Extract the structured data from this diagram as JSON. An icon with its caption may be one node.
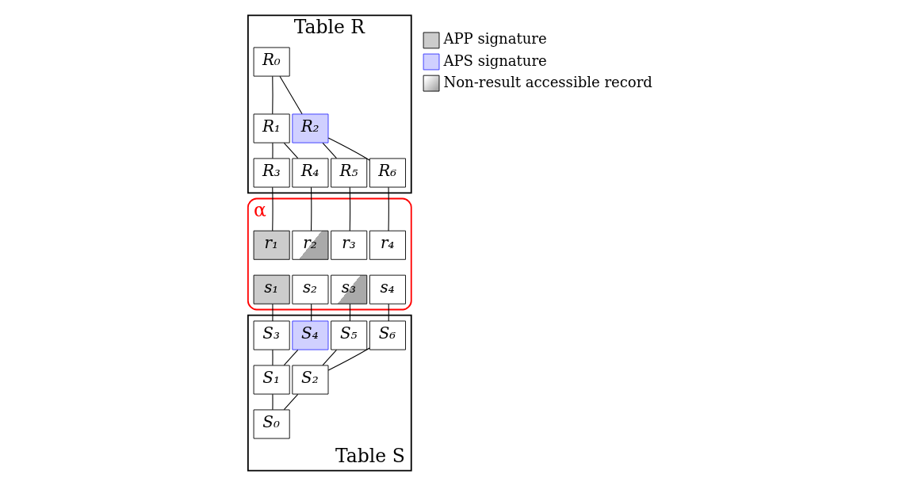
{
  "diagram": {
    "nodes": [
      {
        "text": [
          "Table R"
        ]
      },
      {
        "text": [
          "R₀"
        ],
        "in": 0
      },
      {
        "text": [
          "R₁"
        ],
        "in": 0
      },
      {
        "text": [
          "R₂"
        ],
        "in": 0
      },
      {
        "text": [
          "R₃"
        ],
        "in": 0
      },
      {
        "text": [
          "R₄"
        ],
        "in": 0
      },
      {
        "text": [
          "R₅"
        ],
        "in": 0
      },
      {
        "text": [
          "R₆"
        ],
        "in": 0
      },
      {
        "text": [
          "α"
        ]
      },
      {
        "text": [
          "r₁"
        ],
        "in": 8
      },
      {
        "text": [
          "r₂"
        ],
        "in": 8
      },
      {
        "text": [
          "r₃"
        ],
        "in": 8
      },
      {
        "text": [
          "r₄"
        ],
        "in": 8
      },
      {
        "text": [
          "s₁"
        ],
        "in": 8
      },
      {
        "text": [
          "s₂"
        ],
        "in": 8
      },
      {
        "text": [
          "s₃"
        ],
        "in": 8
      },
      {
        "text": [
          "s₄"
        ],
        "in": 8
      },
      {
        "text": [
          "Table S"
        ]
      },
      {
        "text": [
          "S₃"
        ],
        "in": 17
      },
      {
        "text": [
          "S₄"
        ],
        "in": 17
      },
      {
        "text": [
          "S₅"
        ],
        "in": 17
      },
      {
        "text": [
          "S₆"
        ],
        "in": 17
      },
      {
        "text": [
          "S₁"
        ],
        "in": 17
      },
      {
        "text": [
          "S₂"
        ],
        "in": 17
      },
      {
        "text": [
          "S₀"
        ],
        "in": 17
      }
    ],
    "edges": [
      {
        "from": 1,
        "to": 2,
        "arrow": "none"
      },
      {
        "from": 1,
        "to": 3,
        "arrow": "none"
      },
      {
        "from": 2,
        "to": 4,
        "arrow": "none"
      },
      {
        "from": 2,
        "to": 5,
        "arrow": "none"
      },
      {
        "from": 3,
        "to": 6,
        "arrow": "none"
      },
      {
        "from": 3,
        "to": 7,
        "arrow": "none"
      },
      {
        "from": 4,
        "to": 9,
        "arrow": "none"
      },
      {
        "from": 5,
        "to": 10,
        "arrow": "none"
      },
      {
        "from": 6,
        "to": 11,
        "arrow": "none"
      },
      {
        "from": 7,
        "to": 12,
        "arrow": "none"
      },
      {
        "from": 13,
        "to": 18,
        "arrow": "none"
      },
      {
        "from": 14,
        "to": 19,
        "arrow": "none"
      },
      {
        "from": 15,
        "to": 20,
        "arrow": "none"
      },
      {
        "from": 16,
        "to": 21,
        "arrow": "none"
      },
      {
        "from": 18,
        "to": 22,
        "arrow": "none"
      },
      {
        "from": 19,
        "to": 22,
        "arrow": "none"
      },
      {
        "from": 20,
        "to": 23,
        "arrow": "none"
      },
      {
        "from": 21,
        "to": 23,
        "arrow": "none"
      },
      {
        "from": 22,
        "to": 24,
        "arrow": "none"
      },
      {
        "from": 23,
        "to": 24,
        "arrow": "none"
      }
    ],
    "legend": [
      {
        "text": "APP signature",
        "color": "#cccccc"
      },
      {
        "text": "APS signature"
      },
      {
        "text": "Non-result accessible record"
      }
    ]
  }
}
